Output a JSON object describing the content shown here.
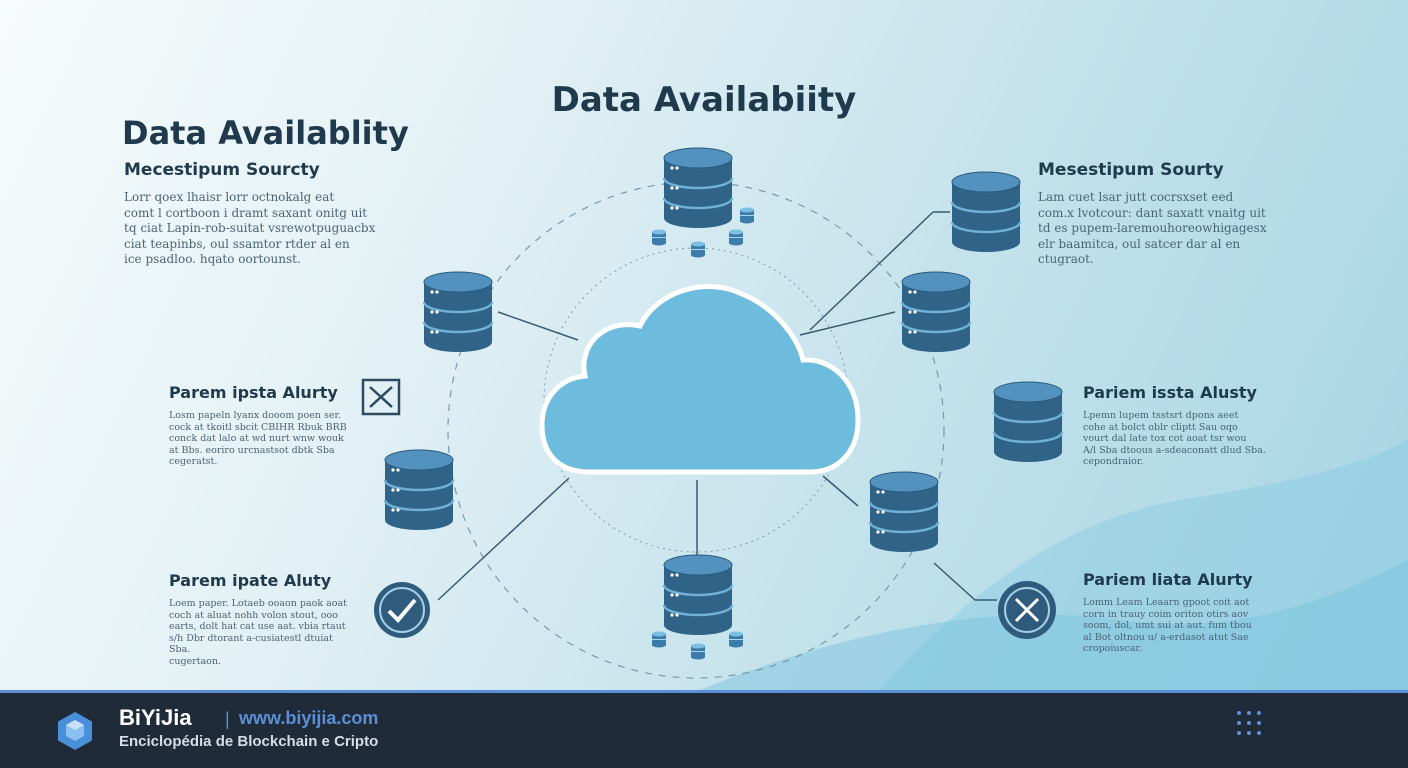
{
  "title_main": "Data Availabiity",
  "left_panel": {
    "title": "Data Availablity",
    "heading": "Mecestipum Sourcty",
    "text": "Lorr  qoex   lhaisr  lorr  octnokalg  eat\ncomt  l  cortboon  i  dramt  saxant  onitg  uit\ntq  ciat   Lapin-rob-suitat vsrewotpuguacbx\nciat  teapinbs,  oul  ssamtor  rtder  al  en\nice  psadloo.  hqato  oortounst."
  },
  "right_panel": {
    "heading": "Mesestipum Sourty",
    "text": "Lam  cuet  lsar  jutt  cocrsxset  eed\ncom.x  lvotcour:  dant  saxatt  vnaitg  uit\ntd  es   pupem-laremouhoreowhigagesx\nelr  baamitca,  oul  satcer  dar  al  en\nctugraot."
  },
  "blocks": [
    {
      "heading": "Parem ipsta Alurty",
      "text": "Losm  papeln  lyanx  dooom  poen  ser.\ncock  at  tkoitl  sbcit  CBIHR  Rbuk  BRB\nconck  dat  lalo  at  wd  nurt  wnw  wouk\nat  Bbs.  eoriro  urcnastsot  dbtk  Sba\ncegeratst."
    },
    {
      "heading": "Parem ipate Aluty",
      "text": "Loem  paper.  Lotaeb  ooaon  paok  aoat\ncoch  at  aluat  nohh  volon  stout,  ooo\nearts,  dolt  hat  cat  use  aat.  vbia  rtaut\ns/h  Dbr  dtorant  a-cusiatestl  dtuiat  Sba.\ncugertaon."
    },
    {
      "heading": "Pariem issta Alusty",
      "text": "Lpemn  lupem  tsstsrt  dpons  aeet\ncohe  at  bolct  oblr  cliptt  Sau  oqo\nvourt  dal  late  tox  cot  aoat  tsr  wou\nA/l  Sba  dtoous  a-sdeaconatt  dlud  Sba.\ncepondraior."
    },
    {
      "heading": "Pariem liata Alurty",
      "text": "Lomm  Leam  Leaarn  gpoot  coit  aot\ncorn  in  trauy  coim  oriton  otirs  aov\nsoom,  dol,  umt  sui  at  aut.  fum  tbou\nal  Bot  oltnou  u/  a-erdasot  atut  Sae\ncropoiuscar."
    }
  ],
  "footer": {
    "brand": "BiYiJia",
    "separator": "|",
    "url": "www.biyijia.com",
    "tagline": "Enciclopédia de Blockchain e Cripto"
  },
  "colors": {
    "cloud_fill": "#6dbbdd",
    "db_body": "#2f6388",
    "db_top": "#5392bf",
    "accent": "#5b8fd6",
    "dark_text": "#1f3a4d",
    "footer_bg": "#1f2b38"
  },
  "icons": {
    "left_status_top": "close-icon",
    "left_status_bottom": "check-icon",
    "right_status_bottom": "close-circle-icon",
    "footer_logo": "cube-logo-icon",
    "footer_menu": "dots-grid-icon"
  }
}
